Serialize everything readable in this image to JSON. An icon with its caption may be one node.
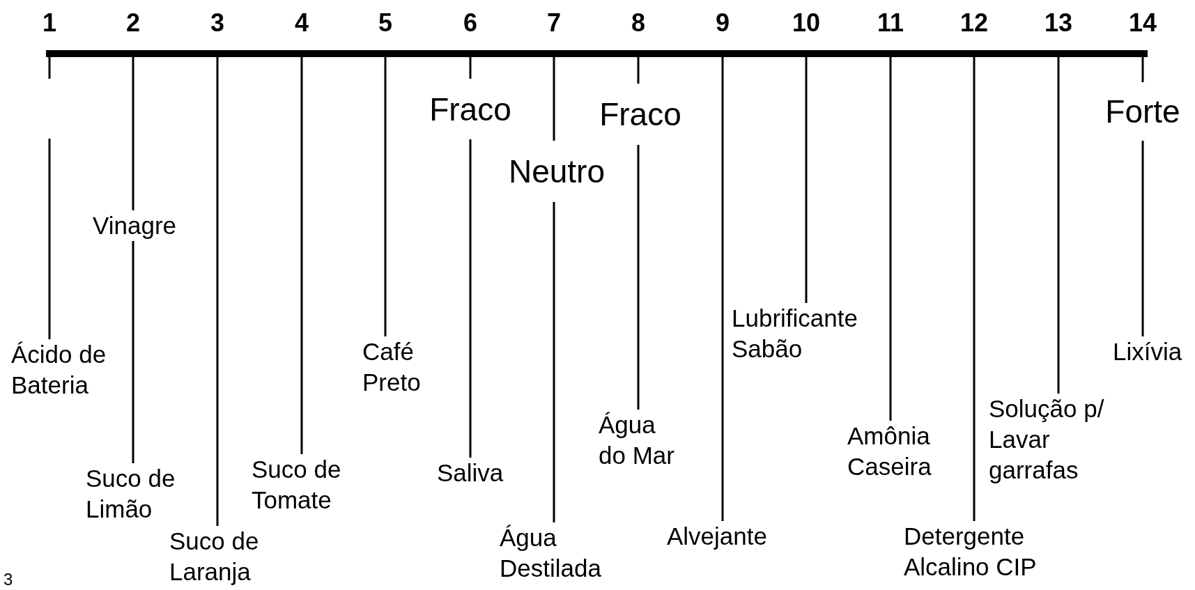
{
  "diagram": {
    "nodes": [
      {
        "text": [],
        "shape": "bar"
      },
      {
        "text": [
          "Ácido de Bateria"
        ]
      },
      {
        "text": [
          "Vinagre"
        ]
      },
      {
        "text": [
          "Suco de Limão"
        ]
      },
      {
        "text": [
          "Suco de Laranja"
        ]
      },
      {
        "text": [
          "Suco de Tomate"
        ]
      },
      {
        "text": [
          "Café Preto"
        ]
      },
      {
        "text": [
          "Fraco"
        ]
      },
      {
        "text": [
          "Saliva"
        ]
      },
      {
        "text": [
          "Neutro"
        ]
      },
      {
        "text": [
          "Água Destilada"
        ]
      },
      {
        "text": [
          "Fraco"
        ]
      },
      {
        "text": [
          "Água do Mar"
        ]
      },
      {
        "text": [
          "Alvejante"
        ]
      },
      {
        "text": [
          "Lubrificante Sabão"
        ]
      },
      {
        "text": [
          "Amônia Caseira"
        ]
      },
      {
        "text": [
          "Detergente Alcalino CIP"
        ]
      },
      {
        "text": [
          "Solução p/ Lavar garrafas"
        ]
      },
      {
        "text": [
          "Forte"
        ]
      },
      {
        "text": [
          "Lixívia"
        ]
      }
    ],
    "edges": [
      {
        "from": 0,
        "to": null,
        "arrow": "none"
      },
      {
        "from": null,
        "to": 1,
        "arrow": "none"
      },
      {
        "from": 0,
        "to": 2,
        "arrow": "none"
      },
      {
        "from": 2,
        "to": 3,
        "arrow": "none"
      },
      {
        "from": 0,
        "to": 4,
        "arrow": "none"
      },
      {
        "from": 0,
        "to": 5,
        "arrow": "none"
      },
      {
        "from": 0,
        "to": 6,
        "arrow": "none"
      },
      {
        "from": 0,
        "to": 7,
        "arrow": "none"
      },
      {
        "from": 7,
        "to": 8,
        "arrow": "none"
      },
      {
        "from": 0,
        "to": 9,
        "arrow": "none"
      },
      {
        "from": 9,
        "to": 10,
        "arrow": "none"
      },
      {
        "from": 0,
        "to": 11,
        "arrow": "none"
      },
      {
        "from": 11,
        "to": 12,
        "arrow": "none"
      },
      {
        "from": 0,
        "to": 13,
        "arrow": "none"
      },
      {
        "from": 0,
        "to": 14,
        "arrow": "none"
      },
      {
        "from": 0,
        "to": 15,
        "arrow": "none"
      },
      {
        "from": 0,
        "to": 16,
        "arrow": "none"
      },
      {
        "from": 0,
        "to": 17,
        "arrow": "none"
      },
      {
        "from": 0,
        "to": 18,
        "arrow": "none"
      },
      {
        "from": 18,
        "to": 19,
        "arrow": "none"
      }
    ],
    "labels": [
      "1",
      "2",
      "3",
      "4",
      "5",
      "6",
      "7",
      "8",
      "9",
      "10",
      "11",
      "12",
      "13",
      "14",
      "3"
    ]
  }
}
